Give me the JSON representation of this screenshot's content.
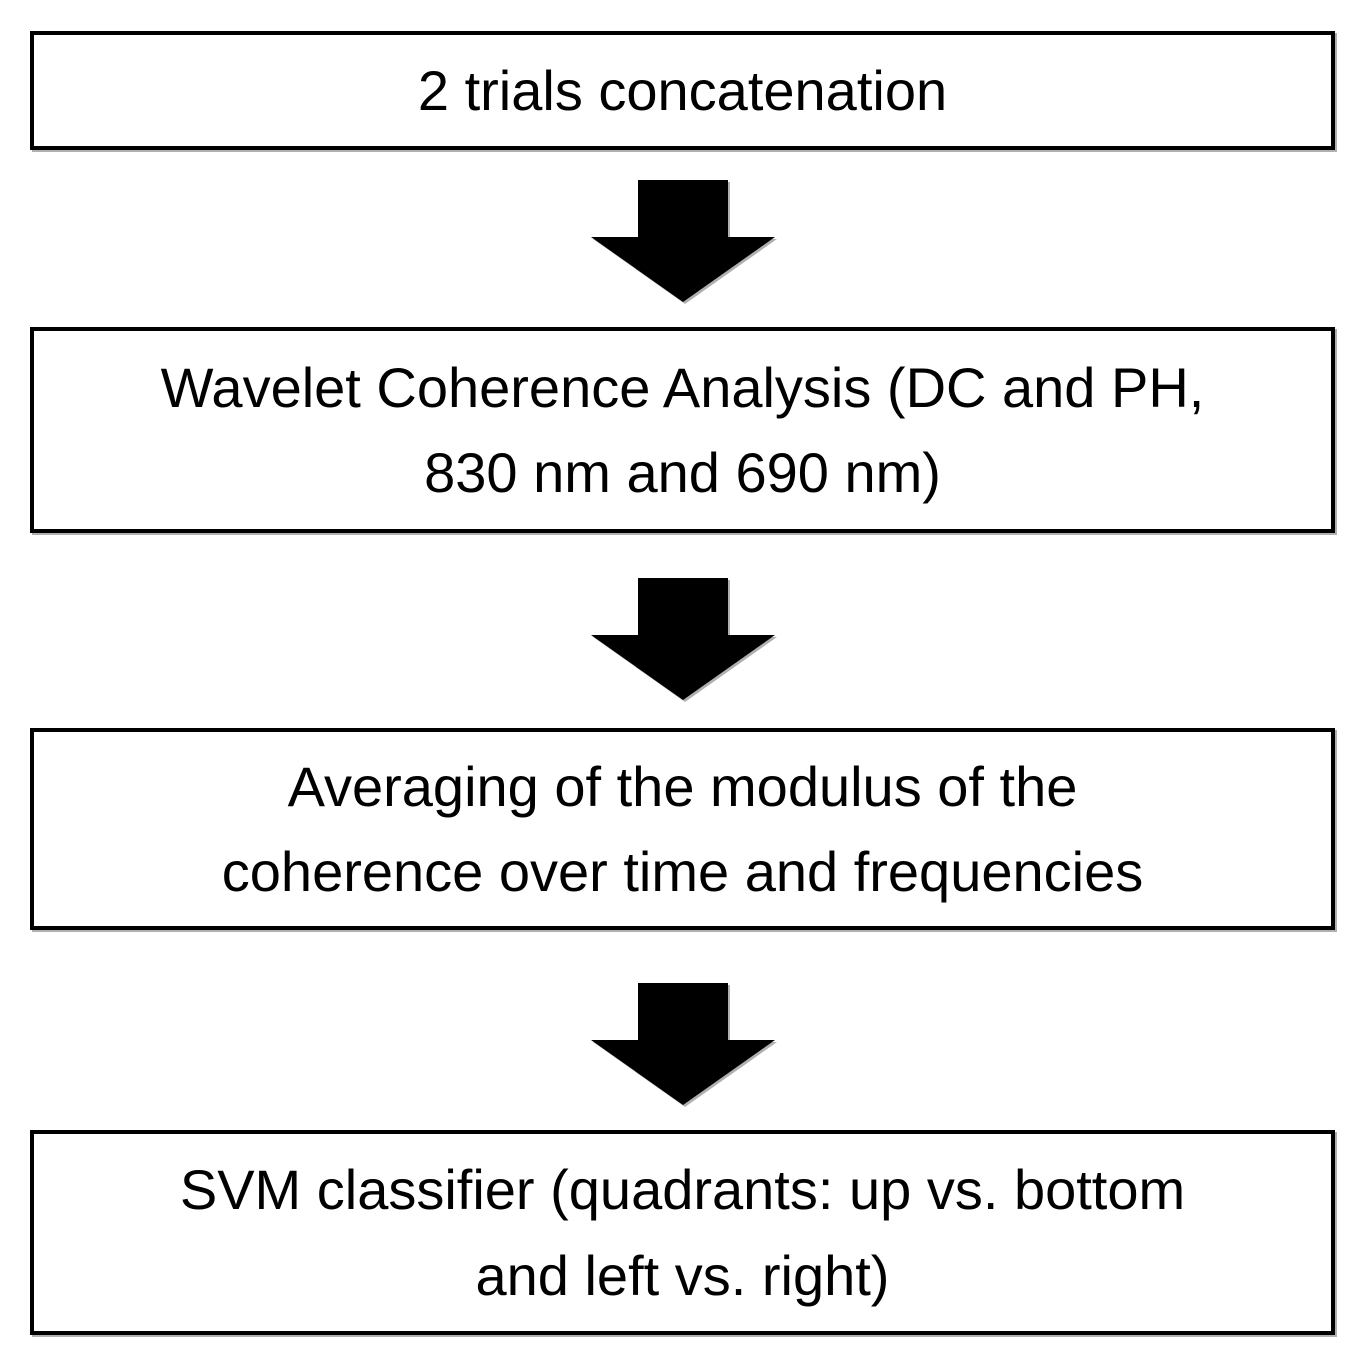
{
  "diagram": {
    "type": "flowchart",
    "direction": "top-to-bottom",
    "background_color": "#ffffff",
    "node_border_color": "#000000",
    "node_fill_color": "#ffffff",
    "text_color": "#000000",
    "arrow_color": "#000000",
    "connector_style": "block-down-arrow",
    "nodes": [
      {
        "id": "node-1",
        "label": "2 trials concatenation"
      },
      {
        "id": "node-2",
        "label": "Wavelet Coherence Analysis (DC and PH,\n830 nm and 690 nm)"
      },
      {
        "id": "node-3",
        "label": "Averaging of the modulus of the\ncoherence over time and frequencies"
      },
      {
        "id": "node-4",
        "label": "SVM classifier (quadrants: up vs. bottom\nand left vs. right)"
      }
    ]
  }
}
